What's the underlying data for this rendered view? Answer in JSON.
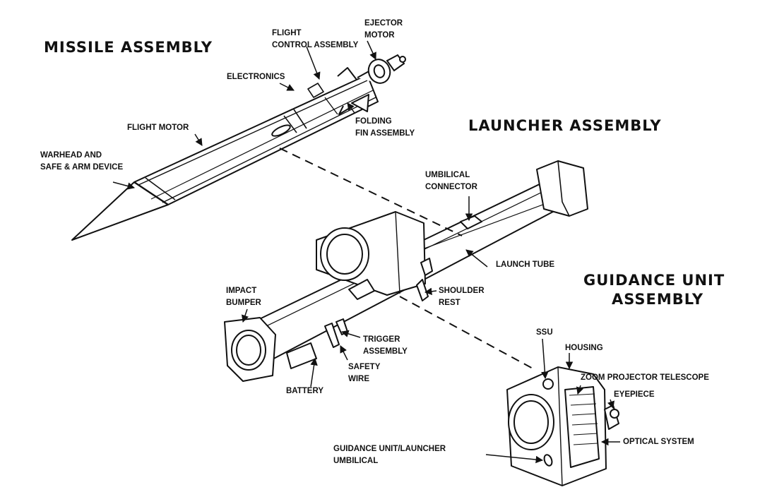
{
  "titles": {
    "missile_assembly": "MISSILE ASSEMBLY",
    "launcher_assembly": "LAUNCHER ASSEMBLY",
    "guidance_unit_line1": "GUIDANCE UNIT",
    "guidance_unit_line2": "ASSEMBLY"
  },
  "labels": {
    "flight_control_line1": "FLIGHT",
    "flight_control_line2": "CONTROL ASSEMBLY",
    "ejector_line1": "EJECTOR",
    "ejector_line2": "MOTOR",
    "electronics": "ELECTRONICS",
    "flight_motor": "FLIGHT MOTOR",
    "folding_fin_line1": "FOLDING",
    "folding_fin_line2": "FIN ASSEMBLY",
    "warhead_line1": "WARHEAD AND",
    "warhead_line2": "SAFE & ARM DEVICE",
    "umbilical_line1": "UMBILICAL",
    "umbilical_line2": "CONNECTOR",
    "launch_tube": "LAUNCH TUBE",
    "shoulder_line1": "SHOULDER",
    "shoulder_line2": "REST",
    "impact_line1": "IMPACT",
    "impact_line2": "BUMPER",
    "trigger_line1": "TRIGGER",
    "trigger_line2": "ASSEMBLY",
    "safety_line1": "SAFETY",
    "safety_line2": "WIRE",
    "battery": "BATTERY",
    "ssu": "SSU",
    "housing": "HOUSING",
    "zoom_projector": "ZOOM PROJECTOR TELESCOPE",
    "eyepiece": "EYEPIECE",
    "optical_system": "OPTICAL SYSTEM",
    "gu_umbilical_line1": "GUIDANCE UNIT/LAUNCHER",
    "gu_umbilical_line2": "UMBILICAL"
  },
  "colors": {
    "ink": "#111111",
    "paper": "#ffffff"
  }
}
